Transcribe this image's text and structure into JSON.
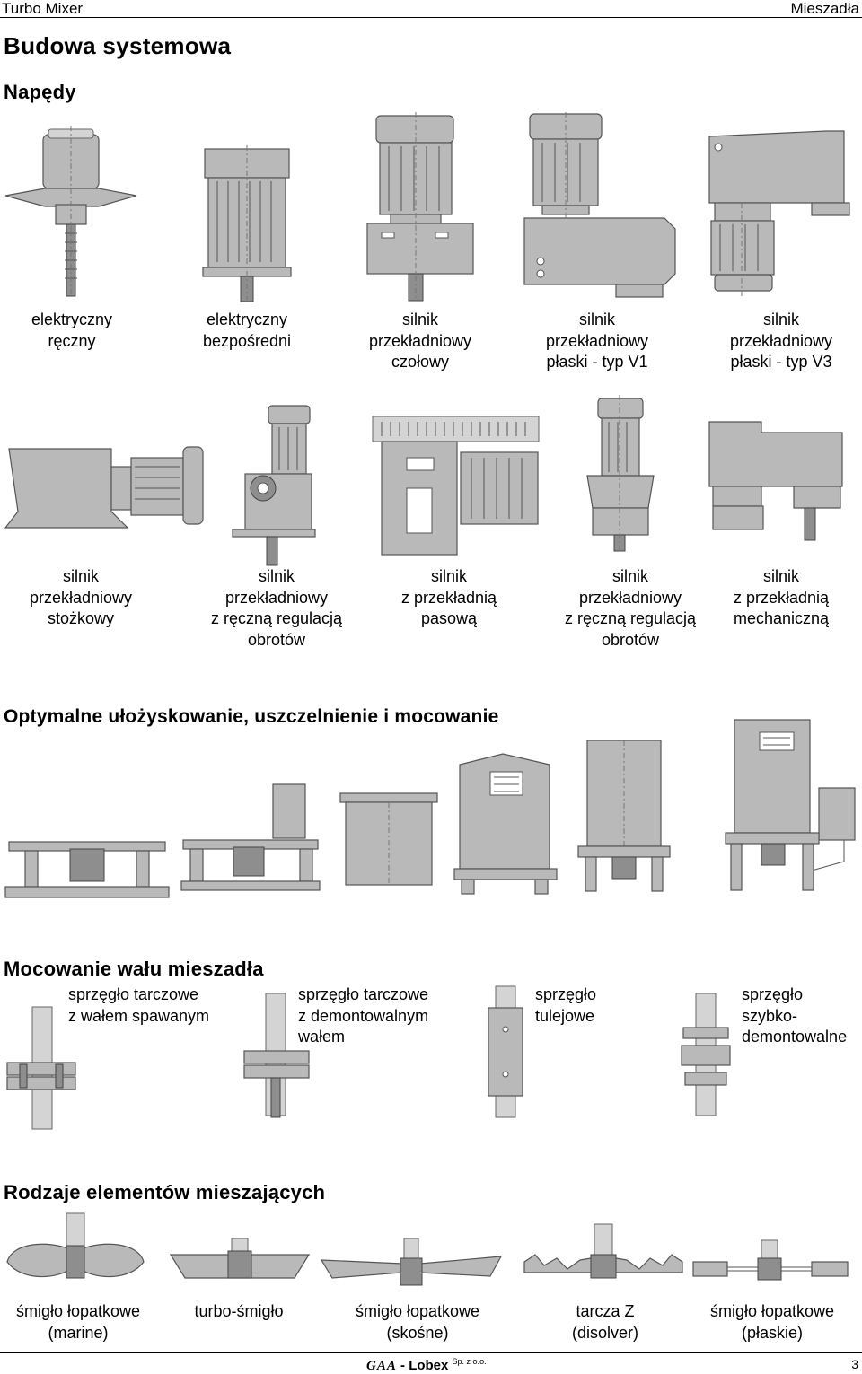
{
  "header": {
    "left": "Turbo Mixer",
    "right": "Mieszadła"
  },
  "title": "Budowa systemowa",
  "drives": {
    "heading": "Napędy",
    "row1": [
      {
        "lines": [
          "elektryczny",
          "ręczny"
        ]
      },
      {
        "lines": [
          "elektryczny",
          "bezpośredni"
        ]
      },
      {
        "lines": [
          "silnik",
          "przekładniowy",
          "czołowy"
        ]
      },
      {
        "lines": [
          "silnik",
          "przekładniowy",
          "płaski - typ V1"
        ]
      },
      {
        "lines": [
          "silnik",
          "przekładniowy",
          "płaski - typ V3"
        ]
      }
    ],
    "row2": [
      {
        "lines": [
          "silnik",
          "przekładniowy",
          "stożkowy"
        ]
      },
      {
        "lines": [
          "silnik",
          "przekładniowy",
          "z ręczną regulacją",
          "obrotów"
        ]
      },
      {
        "lines": [
          "silnik",
          "z przekładnią",
          "pasową"
        ]
      },
      {
        "lines": [
          "silnik",
          "przekładniowy",
          "z ręczną regulacją",
          "obrotów"
        ]
      },
      {
        "lines": [
          "silnik",
          "z przekładnią",
          "mechaniczną"
        ]
      }
    ]
  },
  "bearing": {
    "heading": "Optymalne ułożyskowanie, uszczelnienie i mocowanie"
  },
  "shaft": {
    "heading": "Mocowanie wału mieszadła",
    "items": [
      {
        "lines": [
          "sprzęgło tarczowe",
          "z wałem spawanym"
        ]
      },
      {
        "lines": [
          "sprzęgło tarczowe",
          "z demontowalnym",
          "wałem"
        ]
      },
      {
        "lines": [
          "sprzęgło",
          "tulejowe"
        ]
      },
      {
        "lines": [
          "sprzęgło",
          "szybko-",
          "demontowalne"
        ]
      }
    ]
  },
  "elements": {
    "heading": "Rodzaje elementów mieszających",
    "items": [
      {
        "lines": [
          "śmigło łopatkowe",
          "(marine)"
        ]
      },
      {
        "lines": [
          "turbo-śmigło"
        ]
      },
      {
        "lines": [
          "śmigło łopatkowe",
          "(skośne)"
        ]
      },
      {
        "lines": [
          "tarcza Z",
          "(disolver)"
        ]
      },
      {
        "lines": [
          "śmigło łopatkowe",
          "(płaskie)"
        ]
      }
    ]
  },
  "footer": {
    "brand": "GAA",
    "dash": "-",
    "company": "Lobex",
    "suffix": "Sp. z o.o.",
    "page": "3"
  }
}
